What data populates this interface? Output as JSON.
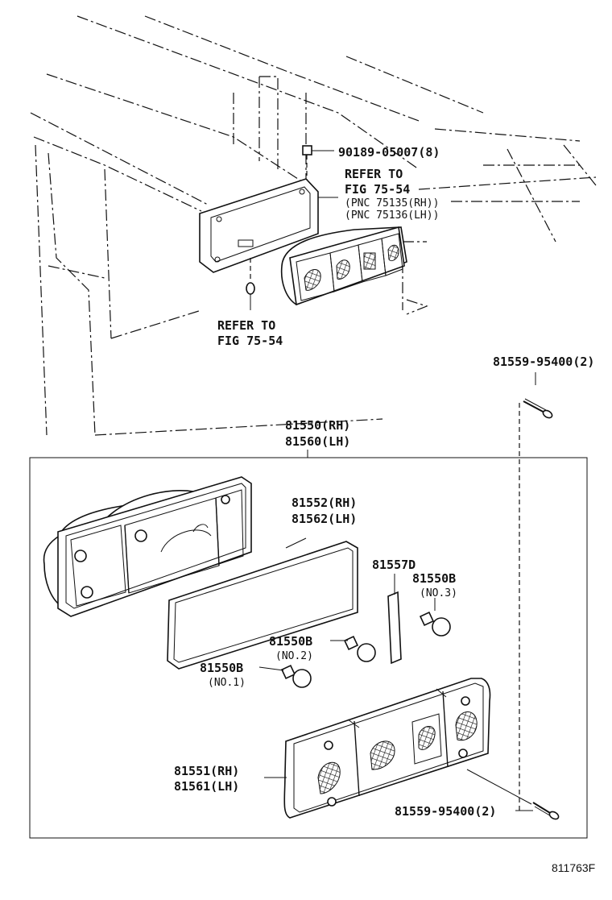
{
  "labels": {
    "bolt_top": "90189-05007(8)",
    "refer_top_1": "REFER TO",
    "refer_top_2": "FIG 75-54",
    "pnc_rh": "(PNC 75135(RH))",
    "pnc_lh": "(PNC 75136(LH))",
    "refer_bot_1": "REFER TO",
    "refer_bot_2": "FIG 75-54",
    "screw_top": "81559-95400(2)",
    "assy_rh": "81550(RH)",
    "assy_lh": "81560(LH)",
    "gasket_rh": "81552(RH)",
    "gasket_lh": "81562(LH)",
    "reflector": "81557D",
    "bulb3_part": "81550B",
    "bulb3_no": "(NO.3)",
    "bulb2_part": "81550B",
    "bulb2_no": "(NO.2)",
    "bulb1_part": "81550B",
    "bulb1_no": "(NO.1)",
    "lens_rh": "81551(RH)",
    "lens_lh": "81561(LH)",
    "screw_bottom": "81559-95400(2)",
    "figure_id": "811763F"
  }
}
